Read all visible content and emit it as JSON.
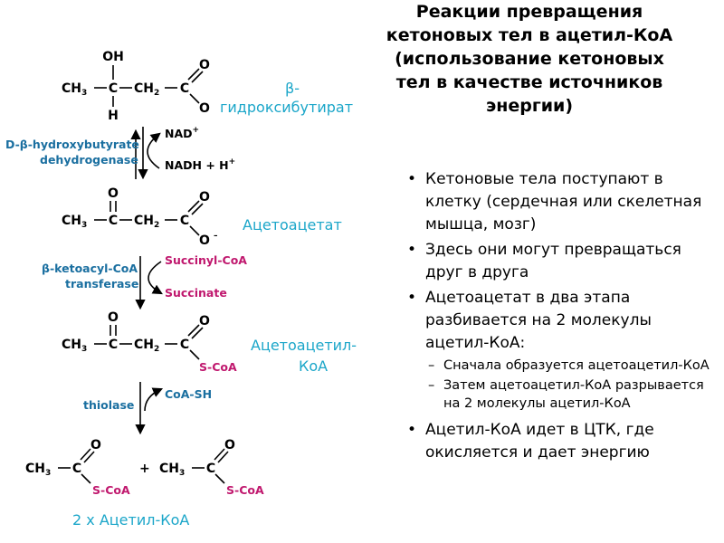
{
  "title_lines": [
    "Реакции превращения",
    "кетоновых тел в ацетил-КоА",
    "(использование кетоновых",
    "тел в качестве источников",
    "энергии)"
  ],
  "labels": {
    "hydroxybutyrate_line1": "β-",
    "hydroxybutyrate_line2": "гидроксибутират",
    "acetoacetate": "Ацетоацетат",
    "acetoacetyl_line1": "Ацетоацетил-",
    "acetoacetyl_line2": "КоА",
    "acetyl_coa_x2": "2 х Ацетил-КоА"
  },
  "enzymes": {
    "dehydrogenase_line1": "D-β-hydroxybutyrate",
    "dehydrogenase_line2": "dehydrogenase",
    "transferase_line1": "β-ketoacyl-CoA",
    "transferase_line2": "transferase",
    "thiolase": "thiolase"
  },
  "cofactors": {
    "nad": "NAD",
    "nad_plus": "+",
    "nadh": "NADH + H",
    "h_plus": "+",
    "succinyl_coa": "Succinyl-CoA",
    "succinate": "Succinate",
    "coa_sh": "CoA-SH"
  },
  "atoms": {
    "oh": "OH",
    "h": "H",
    "o": "O",
    "o_minus": "O",
    "minus": "–",
    "ch3": "CH",
    "ch2": "CH",
    "three": "3",
    "two": "2",
    "c": "C",
    "s_coa": "S-CoA",
    "plus": "+"
  },
  "bullets": [
    {
      "text": "Кетоновые тела поступают в клетку (сердечная или скелетная мышца, мозг)"
    },
    {
      "text": "Здесь они могут превращаться друг в друга"
    },
    {
      "text": "Ацетоацетат в два этапа разбивается на 2 молекулы ацетил-КоА:",
      "sub": [
        "Сначала образуется ацетоацетил-КоА",
        "Затем ацетоацетил-КоА разрывается на 2 молекулы ацетил-КоА"
      ]
    },
    {
      "text": "Ацетил-КоА идет в ЦТК, где окисляется и дает энергию"
    }
  ]
}
